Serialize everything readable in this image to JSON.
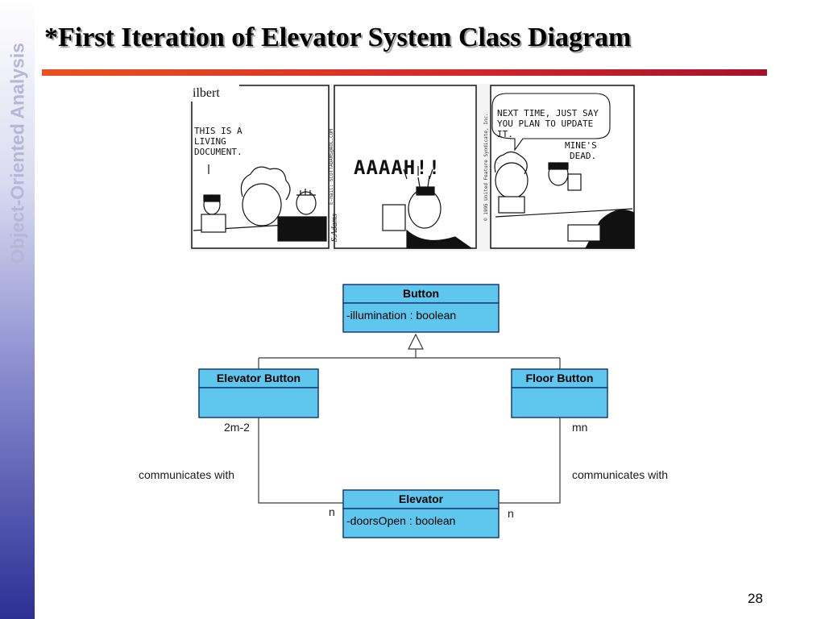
{
  "sidebar": {
    "label": "Object-Oriented Analysis"
  },
  "slide": {
    "title": "*First Iteration of Elevator System Class Diagram",
    "page_number": "28"
  },
  "comic": {
    "strip_title": "ilbert",
    "panel1_caption": "THIS IS A|LIVING|DOCUMENT.",
    "panel2_caption": "AAAAH!!",
    "panel3_caption": "NEXT TIME, JUST SAY|YOU PLAN TO UPDATE|IT.",
    "panel3_reply": "MINE'S|DEAD.",
    "side_note_1": "E-mail: SCOTTADAMS@AOL.COM",
    "side_note_2": "© 1995 United Feature Syndicate, Inc.",
    "signature": "S.Adams"
  },
  "diagram": {
    "classes": {
      "button": {
        "name": "Button",
        "attribute": "-illumination : boolean"
      },
      "elevator_button": {
        "name": "Elevator Button",
        "attribute": ""
      },
      "floor_button": {
        "name": "Floor Button",
        "attribute": ""
      },
      "elevator": {
        "name": "Elevator",
        "attribute": "-doorsOpen : boolean"
      }
    },
    "associations": {
      "left": {
        "label": "communicates with",
        "mult_top": "2m-2",
        "mult_bottom": "n"
      },
      "right": {
        "label": "communicates with",
        "mult_top": "mn",
        "mult_bottom": "n"
      }
    },
    "colors": {
      "class_fill": "#5fc6ee",
      "class_border": "#1a3c78"
    }
  }
}
